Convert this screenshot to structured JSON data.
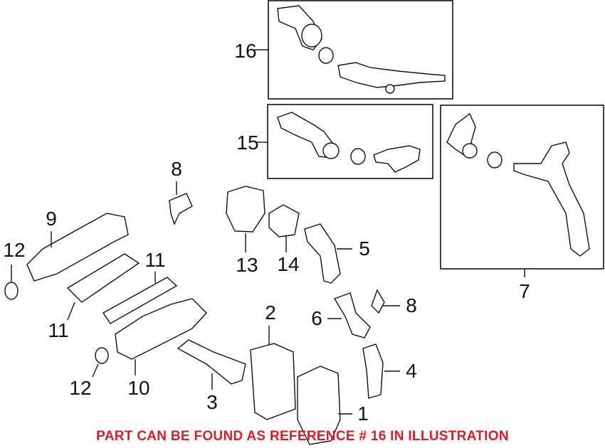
{
  "diagram": {
    "callouts": [
      "16",
      "15",
      "7",
      "8",
      "9",
      "12",
      "13",
      "14",
      "5",
      "11",
      "11",
      "6",
      "8",
      "2",
      "4",
      "12",
      "10",
      "3",
      "1"
    ],
    "note": "PART CAN BE FOUND AS REFERENCE # 16 IN ILLUSTRATION",
    "note_color": "#e01b22"
  }
}
